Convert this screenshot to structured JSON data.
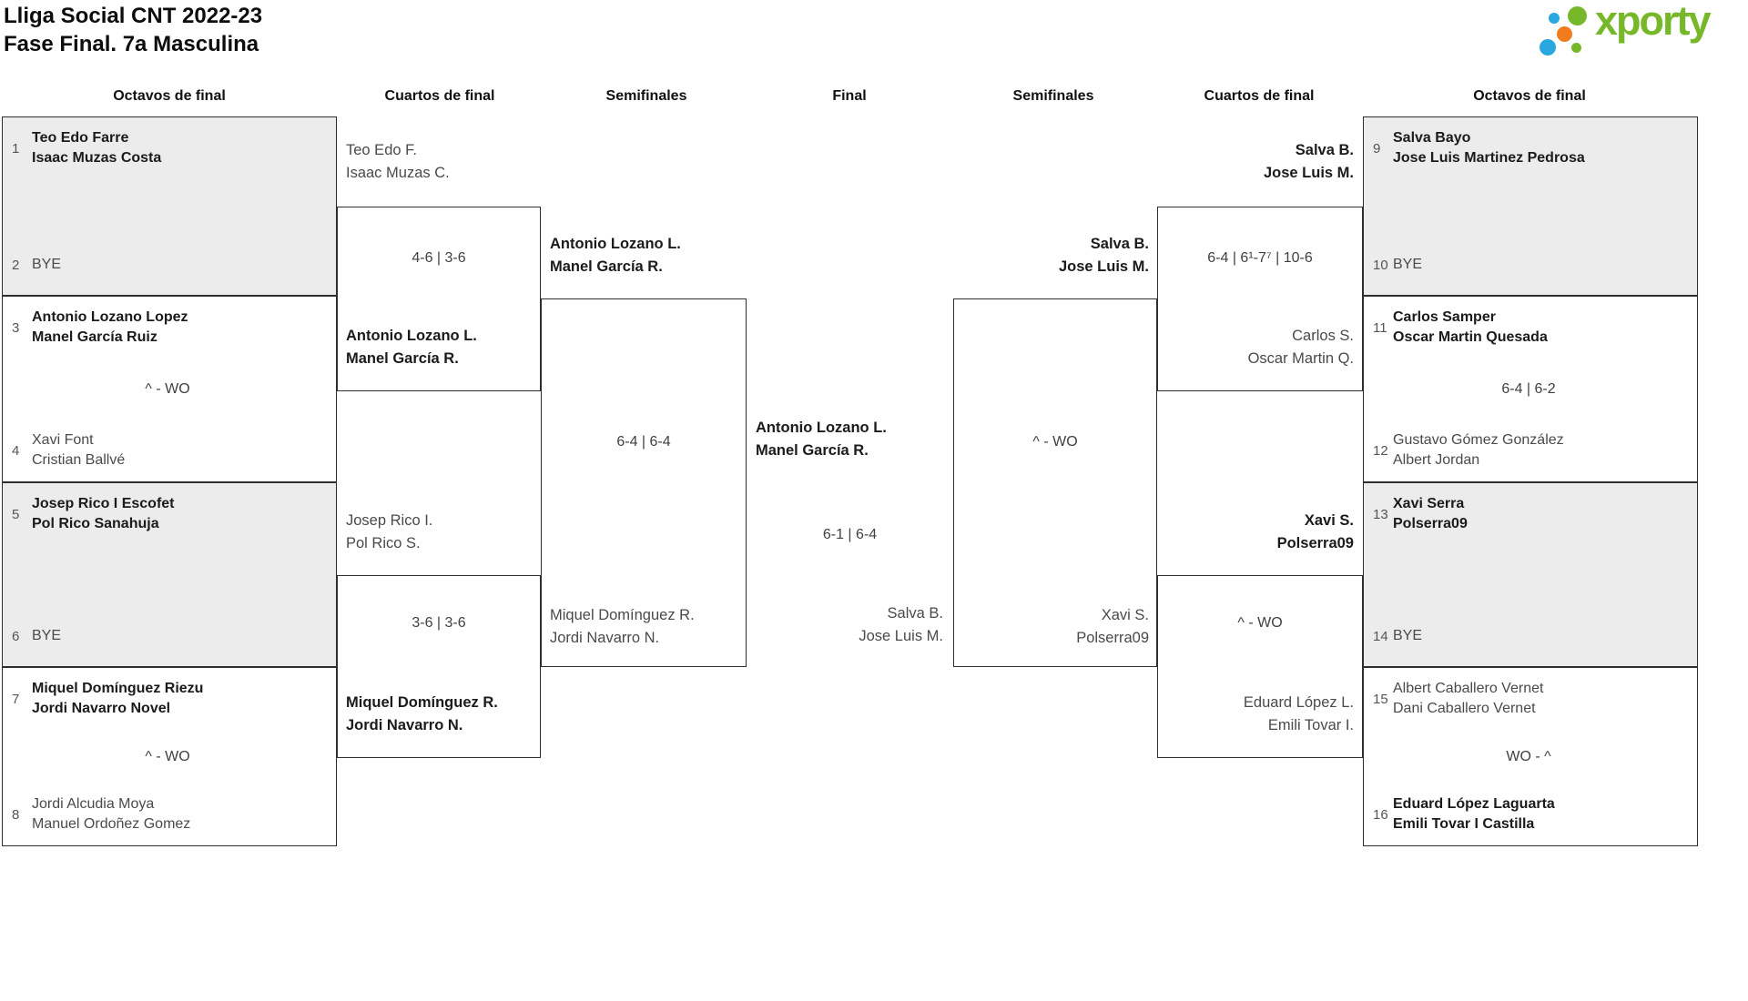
{
  "title": {
    "line1": "Lliga Social CNT 2022-23",
    "line2": "Fase Final. 7a Masculina"
  },
  "logo": {
    "text": "xporty"
  },
  "colors": {
    "logo_green": "#76b82a",
    "logo_blue": "#29a8e0",
    "logo_orange": "#f07c1d",
    "box_gray": "#ececec",
    "line": "#2e2e2e"
  },
  "headers": {
    "r1": "Octavos de final",
    "r2": "Cuartos de final",
    "r3": "Semifinales",
    "r4": "Final",
    "r5": "Semifinales",
    "r6": "Cuartos de final",
    "r7": "Octavos de final"
  },
  "octavos": {
    "m12": {
      "seed1": "1",
      "t1l1": "Teo Edo Farre",
      "t1l2": "Isaac Muzas Costa",
      "seed2": "2",
      "bye": "BYE"
    },
    "m34": {
      "seed1": "3",
      "t1l1": "Antonio Lozano Lopez",
      "t1l2": "Manel García Ruiz",
      "score": "^ - WO",
      "seed2": "4",
      "t2l1": "Xavi Font",
      "t2l2": "Cristian Ballvé"
    },
    "m56": {
      "seed1": "5",
      "t1l1": "Josep Rico I Escofet",
      "t1l2": "Pol Rico Sanahuja",
      "seed2": "6",
      "bye": "BYE"
    },
    "m78": {
      "seed1": "7",
      "t1l1": "Miquel Domínguez Riezu",
      "t1l2": "Jordi Navarro Novel",
      "score": "^ - WO",
      "seed2": "8",
      "t2l1": "Jordi Alcudia Moya",
      "t2l2": "Manuel Ordoñez Gomez"
    },
    "m910": {
      "seed1": "9",
      "t1l1": "Salva Bayo",
      "t1l2": "Jose Luis Martinez Pedrosa",
      "seed2": "10",
      "bye": "BYE"
    },
    "m1112": {
      "seed1": "11",
      "t1l1": "Carlos Samper",
      "t1l2": "Oscar Martin Quesada",
      "score": "6-4 | 6-2",
      "seed2": "12",
      "t2l1": "Gustavo Gómez González",
      "t2l2": "Albert Jordan"
    },
    "m1314": {
      "seed1": "13",
      "t1l1": "Xavi Serra",
      "t1l2": "Polserra09",
      "seed2": "14",
      "bye": "BYE"
    },
    "m1516": {
      "seed1": "15",
      "t1l1": "Albert Caballero Vernet",
      "t1l2": "Dani Caballero Vernet",
      "score": "WO - ^",
      "seed2": "16",
      "t2l1": "Eduard López Laguarta",
      "t2l2": "Emili Tovar I Castilla"
    }
  },
  "cuartos": {
    "qfL1": {
      "topl1": "Teo Edo F.",
      "topl2": "Isaac Muzas C.",
      "score": "4-6 | 3-6",
      "botl1": "Antonio Lozano L.",
      "botl2": "Manel García R."
    },
    "qfL2": {
      "topl1": "Josep Rico I.",
      "topl2": "Pol Rico S.",
      "score": "3-6 | 3-6",
      "botl1": "Miquel Domínguez R.",
      "botl2": "Jordi Navarro N."
    },
    "qfR1": {
      "topl1": "Salva B.",
      "topl2": "Jose Luis M.",
      "score": "6-4 | 6¹-7⁷ | 10-6",
      "botl1": "Carlos S.",
      "botl2": "Oscar Martin Q."
    },
    "qfR2": {
      "topl1": "Xavi S.",
      "topl2": "Polserra09",
      "score": "^ - WO",
      "botl1": "Eduard López L.",
      "botl2": "Emili Tovar I."
    }
  },
  "semis": {
    "sfL": {
      "topl1": "Antonio Lozano L.",
      "topl2": "Manel García R.",
      "score": "6-4 | 6-4",
      "botl1": "Miquel Domínguez R.",
      "botl2": "Jordi Navarro N."
    },
    "sfR": {
      "topl1": "Salva B.",
      "topl2": "Jose Luis M.",
      "score": "^ - WO",
      "botl1": "Xavi S.",
      "botl2": "Polserra09"
    }
  },
  "final": {
    "winl1": "Antonio Lozano L.",
    "winl2": "Manel García R.",
    "score": "6-1 | 6-4",
    "losl1": "Salva B.",
    "losl2": "Jose Luis M."
  }
}
